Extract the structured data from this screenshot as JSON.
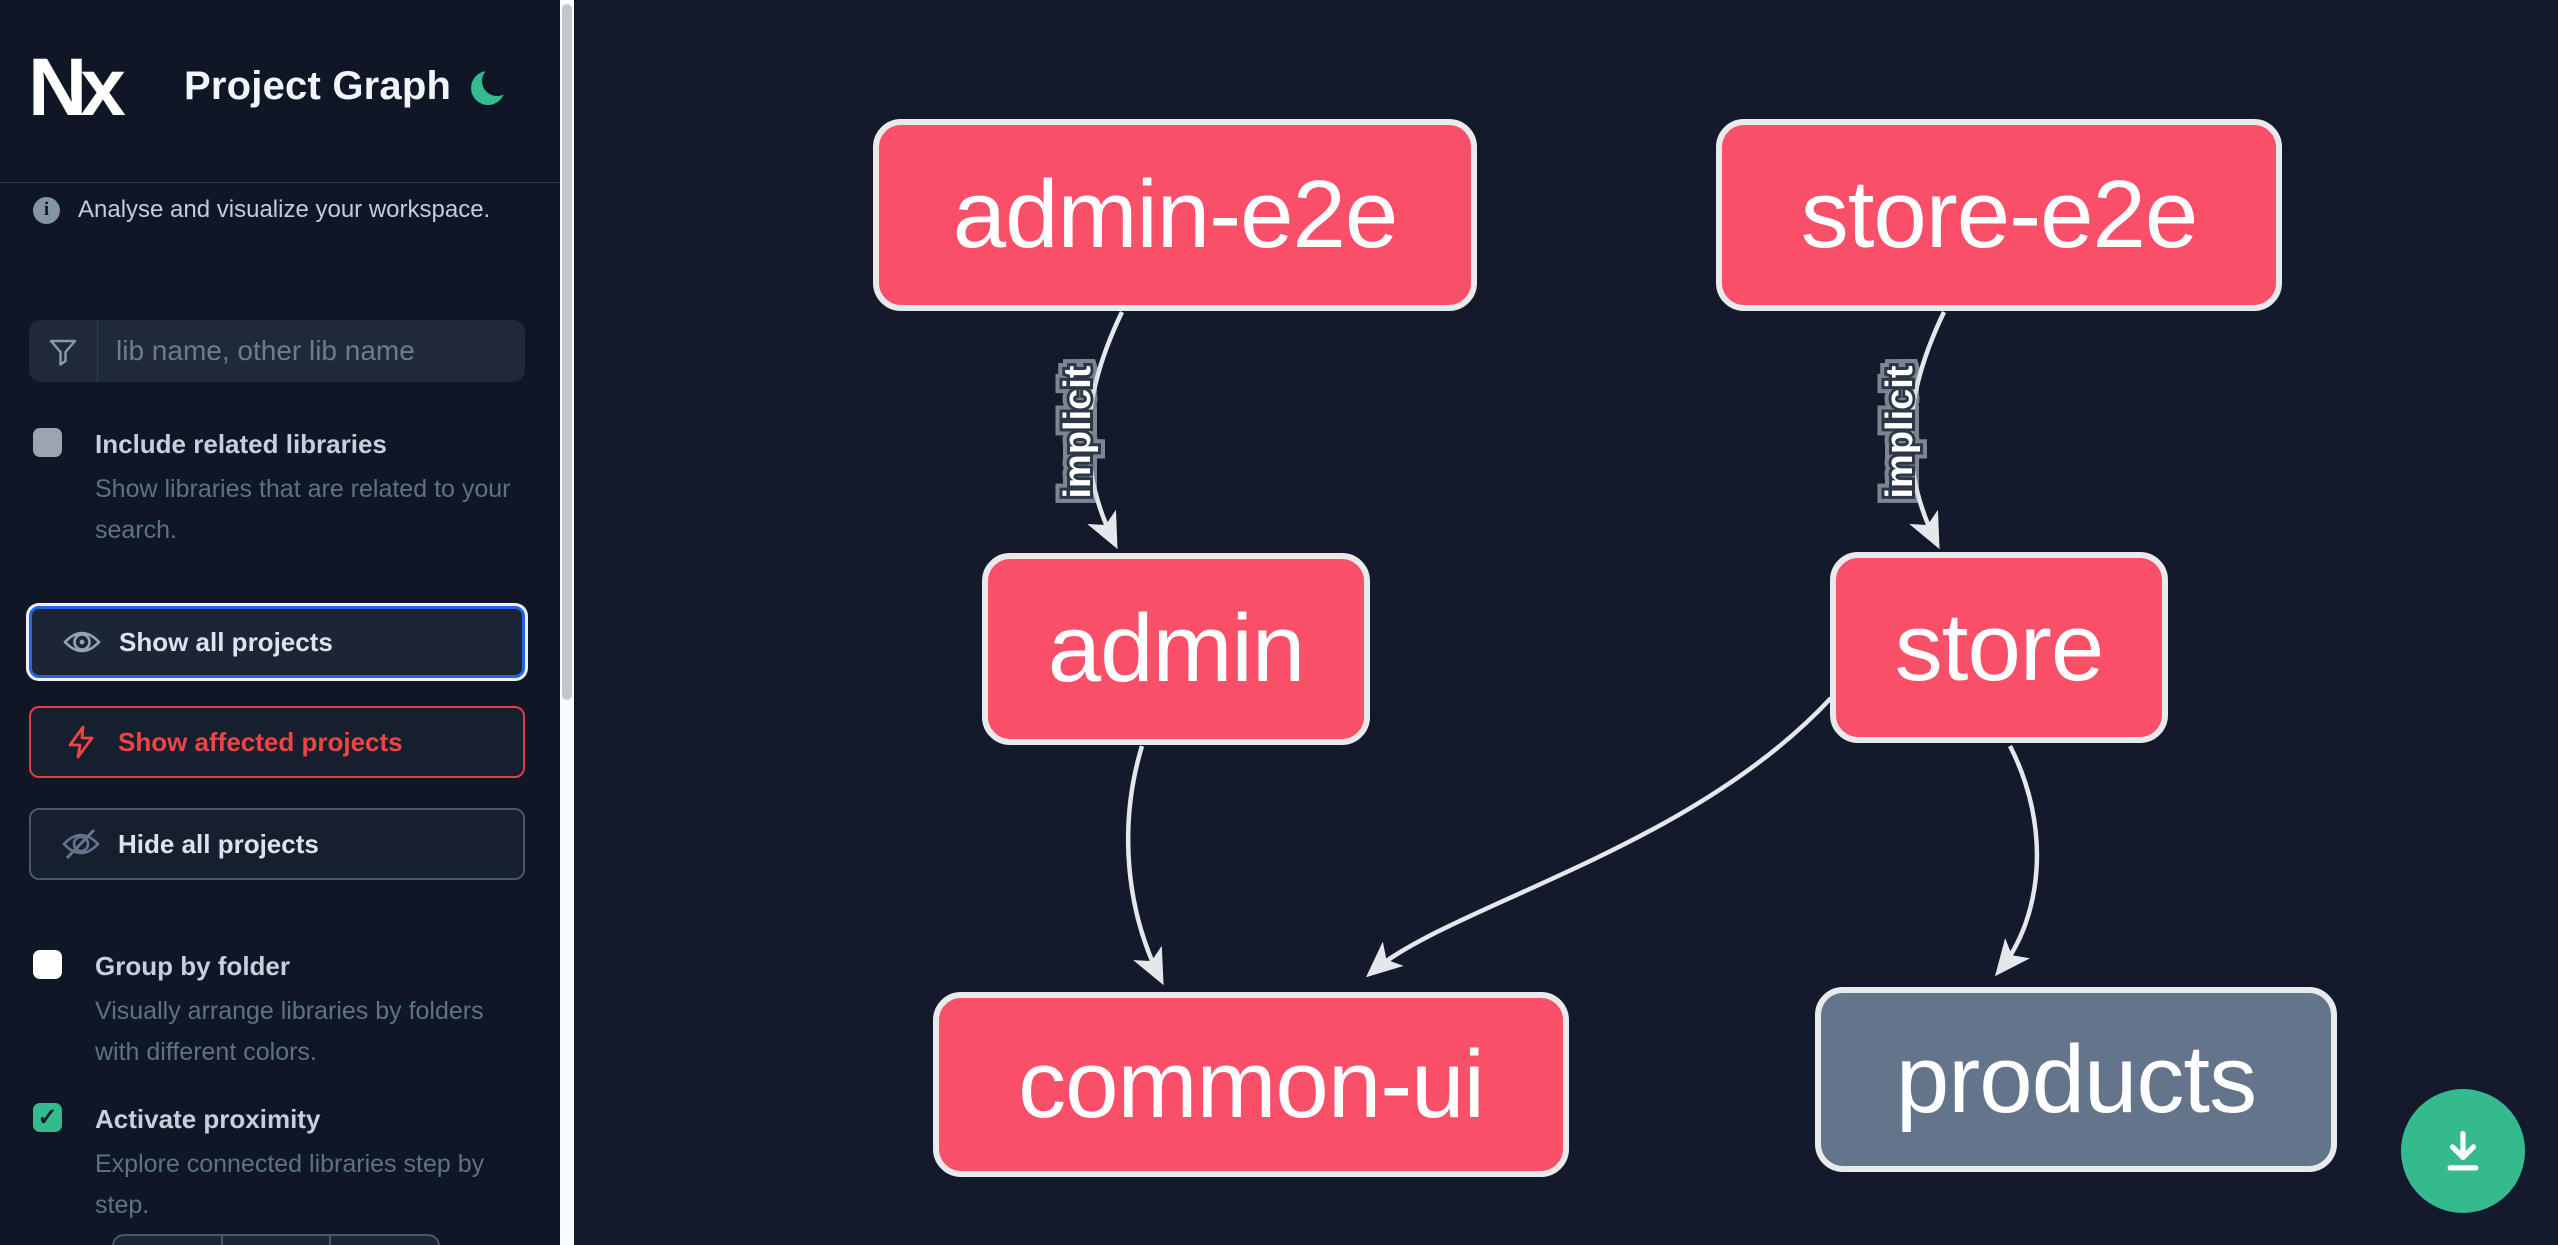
{
  "header": {
    "logo_text": "Nx",
    "title": "Project Graph"
  },
  "sidebar": {
    "tagline": "Analyse and visualize your workspace.",
    "search_placeholder": "lib name, other lib name",
    "options": [
      {
        "label": "Include related libraries",
        "description": "Show libraries that are related to your search.",
        "checked": false,
        "disabled": true
      },
      {
        "label": "Group by folder",
        "description": "Visually arrange libraries by folders with different colors.",
        "checked": false,
        "disabled": false
      },
      {
        "label": "Activate proximity",
        "description": "Explore connected libraries step by step.",
        "checked": true,
        "disabled": false
      }
    ],
    "check_glyph": "✓",
    "buttons": [
      {
        "label": "Show all projects",
        "icon": "eye",
        "state": "focused"
      },
      {
        "label": "Show affected projects",
        "icon": "lightning-bolt",
        "state": "danger"
      },
      {
        "label": "Hide all projects",
        "icon": "eye-off",
        "state": "default"
      }
    ]
  },
  "graph": {
    "nodes": [
      {
        "label": "admin-e2e",
        "kind": "highlighted"
      },
      {
        "label": "store-e2e",
        "kind": "highlighted"
      },
      {
        "label": "admin",
        "kind": "highlighted"
      },
      {
        "label": "store",
        "kind": "highlighted"
      },
      {
        "label": "common-ui",
        "kind": "highlighted"
      },
      {
        "label": "products",
        "kind": "plain"
      }
    ],
    "edges": [
      {
        "from": "admin-e2e",
        "to": "admin",
        "label": "implicit"
      },
      {
        "from": "store-e2e",
        "to": "store",
        "label": "implicit"
      },
      {
        "from": "admin",
        "to": "common-ui",
        "label": ""
      },
      {
        "from": "store",
        "to": "common-ui",
        "label": ""
      },
      {
        "from": "store",
        "to": "products",
        "label": ""
      }
    ]
  },
  "fab": {
    "icon": "download"
  },
  "colors": {
    "background": "#131a2b",
    "sidebar_background": "#0f1726",
    "node_highlighted": "#f94f69",
    "node_plain": "#64748b",
    "node_border": "#e9eaec",
    "edge": "#e4e7eb",
    "accent_green": "#35ba8d",
    "focus_blue": "#2563eb",
    "danger_red": "#ef4444"
  }
}
